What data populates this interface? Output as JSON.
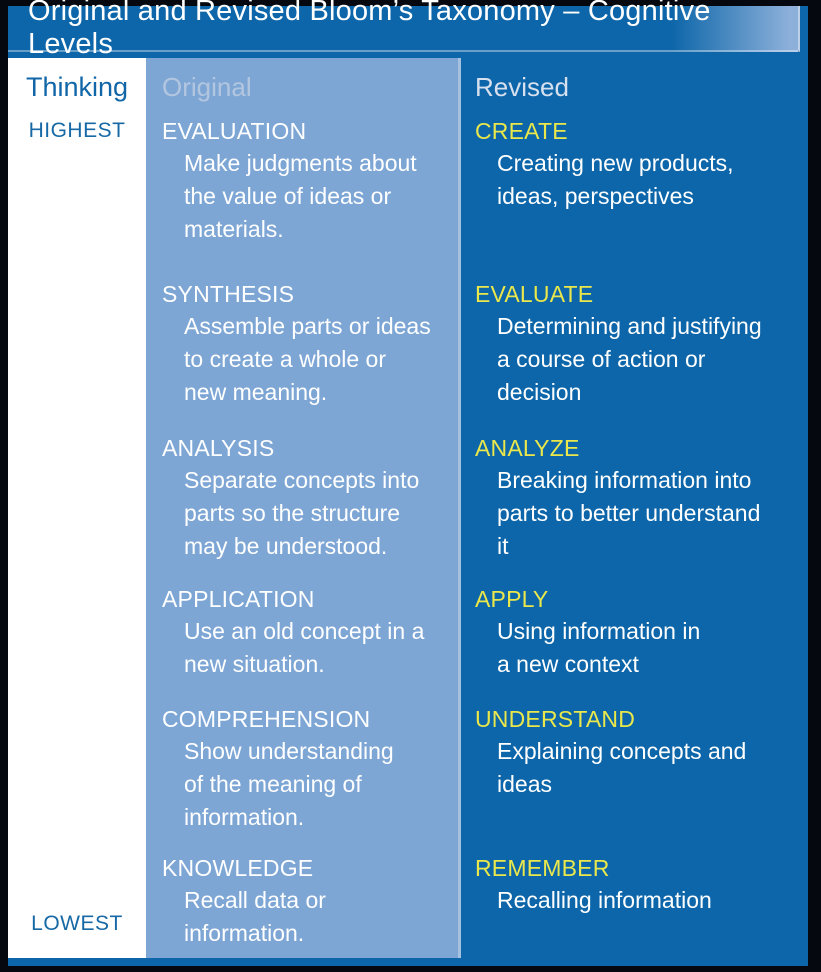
{
  "title": "Original and Revised Bloom’s Taxonomy – Cognitive Levels",
  "columns": {
    "thinking": {
      "header": "Thinking",
      "top_label": "HIGHEST",
      "bottom_label": "LOWEST"
    },
    "original": {
      "header": "Original"
    },
    "revised": {
      "header": "Revised"
    }
  },
  "rows": [
    {
      "original": {
        "term": "EVALUATION",
        "desc": "Make judgments about\nthe value of ideas or\nmaterials."
      },
      "revised": {
        "term": "CREATE",
        "desc": "Creating new products,\nideas, perspectives"
      }
    },
    {
      "original": {
        "term": "SYNTHESIS",
        "desc": "Assemble parts or ideas\nto create a whole or\nnew meaning."
      },
      "revised": {
        "term": "EVALUATE",
        "desc": "Determining and justifying\na course of action or\ndecision"
      }
    },
    {
      "original": {
        "term": "ANALYSIS",
        "desc": "Separate concepts into\nparts so the structure\nmay be understood."
      },
      "revised": {
        "term": "ANALYZE",
        "desc": "Breaking information into\nparts to better understand\nit"
      }
    },
    {
      "original": {
        "term": "APPLICATION",
        "desc": "Use an old concept in a\nnew situation."
      },
      "revised": {
        "term": "APPLY",
        "desc": "Using information in\na new context"
      }
    },
    {
      "original": {
        "term": "COMPREHENSION",
        "desc": "Show understanding\nof the meaning of\ninformation."
      },
      "revised": {
        "term": "UNDERSTAND",
        "desc": "Explaining concepts and\nideas"
      }
    },
    {
      "original": {
        "term": "KNOWLEDGE",
        "desc": "Recall data or\ninformation."
      },
      "revised": {
        "term": "REMEMBER",
        "desc": "Recalling information"
      }
    }
  ],
  "colors": {
    "outer_border": "#05090f",
    "panel_blue": "#0d66a9",
    "original_column_blue": "#7da6d5",
    "thinking_column": "#ffffff",
    "thinking_text_blue": "#1166a8",
    "revised_term_yellow": "#e9e74b",
    "original_header_text": "#b3c6e0",
    "revised_header_text": "#d6e0ee",
    "body_text": "#ffffff"
  }
}
